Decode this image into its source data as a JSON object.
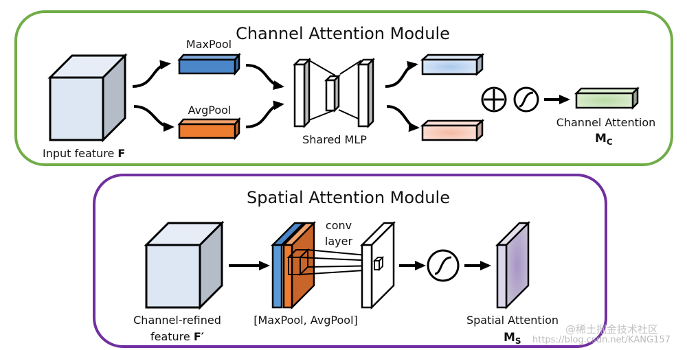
{
  "colors": {
    "channel_border": "#70ad47",
    "spatial_border": "#7030a0",
    "maxpool": "#4a86c8",
    "avgpool": "#ed7d31",
    "cube_front": "#dde7f3",
    "cube_side": "#b4bcc8",
    "mc": "#c6e0b4",
    "ms": "#a79cc2"
  },
  "channel_module": {
    "title": "Channel Attention Module",
    "input_label": "Input feature ",
    "input_symbol": "F",
    "maxpool_label": "MaxPool",
    "avgpool_label": "AvgPool",
    "mlp_label": "Shared MLP",
    "plus_icon": "circle-plus",
    "sigmoid_icon": "sigmoid",
    "output_label": "Channel Attention",
    "output_symbol": "M",
    "output_subscript": "C"
  },
  "spatial_module": {
    "title": "Spatial Attention Module",
    "input_label_line1": "Channel-refined",
    "input_label_line2": "feature ",
    "input_symbol": "F′",
    "pool_label": "[MaxPool, AvgPool]",
    "conv_label_line1": "conv",
    "conv_label_line2": "layer",
    "sigmoid_icon": "sigmoid",
    "output_label": "Spatial Attention",
    "output_symbol": "M",
    "output_subscript": "S"
  },
  "watermark": {
    "line1": "@稀土掘金技术社区",
    "line2": "https://blog.csdn.net/KANG157"
  }
}
